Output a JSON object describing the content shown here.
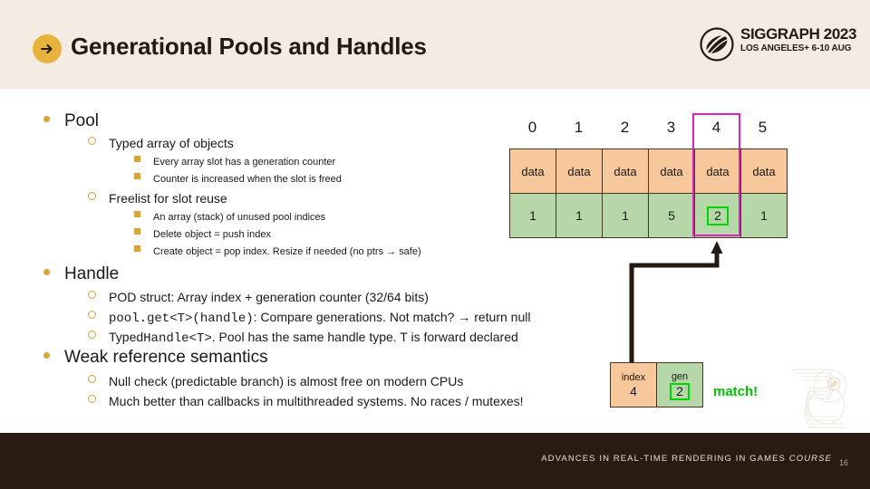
{
  "header": {
    "title": "Generational Pools and Handles",
    "arrow_icon": "arrow-right-icon",
    "logo": {
      "icon": "siggraph-ball-icon",
      "line1": "SIGGRAPH 2023",
      "line2": "LOS ANGELES+  6-10 AUG"
    },
    "accent_color": "#e8b33c",
    "background_color": "#f4ece3"
  },
  "content": {
    "bullets": [
      {
        "level": 1,
        "text": "Pool"
      },
      {
        "level": 2,
        "text": "Typed array of objects"
      },
      {
        "level": 3,
        "text": "Every array slot has a generation counter"
      },
      {
        "level": 3,
        "text": "Counter is increased when the slot is freed"
      },
      {
        "level": 2,
        "text": "Freelist for slot reuse"
      },
      {
        "level": 3,
        "text": "An array (stack) of unused pool indices"
      },
      {
        "level": 3,
        "text": "Delete object = push index"
      },
      {
        "level": 3,
        "text": "Create object = pop index. Resize if needed (no ptrs → safe)"
      },
      {
        "level": 1,
        "text": "Handle"
      },
      {
        "level": 2,
        "text": "POD struct: Array index + generation counter (32/64 bits)"
      },
      {
        "level": 2,
        "text": "pool.get<T>(handle): Compare generations. Not match? → return null",
        "code_prefix": "pool.get<T>(handle)",
        "rest": ": Compare generations. Not match? → return null"
      },
      {
        "level": 2,
        "text": "Typed Handle<T>. Pool has the same handle type. T is forward declared",
        "pre": "Typed ",
        "code_prefix": "Handle<T>",
        "rest": ". Pool has the same handle type. T is forward declared"
      },
      {
        "level": 1,
        "text": "Weak reference semantics"
      },
      {
        "level": 2,
        "text": "Null check (predictable branch) is almost free on modern CPUs"
      },
      {
        "level": 2,
        "text": "Much better than callbacks in multithreaded systems. No races / mutexes!"
      }
    ]
  },
  "diagram": {
    "pool": {
      "indices": [
        "0",
        "1",
        "2",
        "3",
        "4",
        "5"
      ],
      "data_row": [
        "data",
        "data",
        "data",
        "data",
        "data",
        "data"
      ],
      "gen_row": [
        "1",
        "1",
        "1",
        "5",
        "2",
        "1"
      ],
      "highlight_column_index": 4,
      "highlight_color": "#e020c0",
      "gen_match_color": "#00d500",
      "data_cell_color": "#f7c89b",
      "gen_cell_color": "#b6d7a8"
    },
    "handle": {
      "index_label": "index",
      "index_value": "4",
      "gen_label": "gen",
      "gen_value": "2",
      "match_text": "match!",
      "match_color": "#00c000"
    },
    "connector": "pointer-arrow"
  },
  "footer": {
    "text_plain": "ADVANCES IN REAL-TIME  RENDERING  IN GAMES ",
    "text_italic": "COURSE",
    "page_number": "16",
    "background_color": "#2a1b12"
  }
}
